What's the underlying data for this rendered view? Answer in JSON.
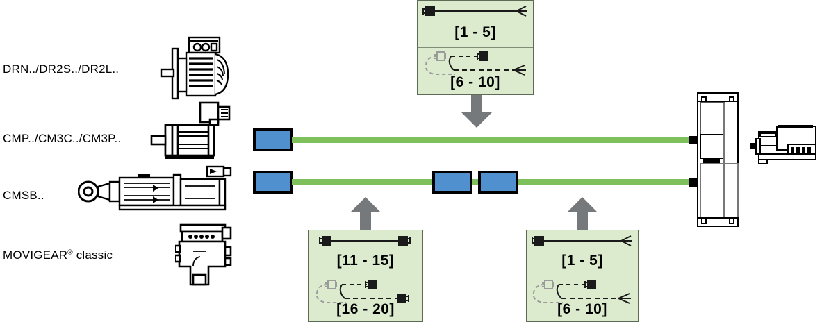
{
  "diagram": {
    "title": "SEW drive / cable assignment overview",
    "colors": {
      "cable_green": "#7dc05c",
      "connector_blue": "#5090ce",
      "infobox_green": "#dceace",
      "arrow_gray": "#76797b",
      "outline_black": "#000000"
    }
  },
  "devices": [
    {
      "id": "drn",
      "label": "DRN../DR2S../DR2L..",
      "icon": "ac-motor-icon"
    },
    {
      "id": "cmp",
      "label": "CMP../CM3C../CM3P..",
      "icon": "servo-motor-icon"
    },
    {
      "id": "cmsb",
      "label": "CMSB..",
      "icon": "linear-servo-actuator-icon"
    },
    {
      "id": "movigear",
      "label": "MOVIGEAR",
      "label_sup": "®",
      "label_tail": " classic",
      "icon": "movigear-icon"
    }
  ],
  "inverter": {
    "name": "inverter-cabinet",
    "secondary_name": "control-unit"
  },
  "cables": [
    {
      "id": "cable-upper",
      "connector_left": "plug-connector",
      "terminations": 1,
      "inline_connectors": 0
    },
    {
      "id": "cable-lower",
      "connector_left": "plug-connector",
      "terminations": 1,
      "inline_connectors": 2
    }
  ],
  "infoboxes": [
    {
      "id": "infobox-top",
      "position": "top-center",
      "arrow": "down",
      "rows": [
        {
          "symbol": "cable-plug-to-open-end",
          "range": "[1 - 5]"
        },
        {
          "symbol": "cable-plug-to-open-end-with-branch",
          "range": "[6 - 10]"
        }
      ]
    },
    {
      "id": "infobox-bottom-left",
      "position": "bottom-left",
      "arrow": "up",
      "rows": [
        {
          "symbol": "cable-plug-to-plug",
          "range": "[11 - 15]"
        },
        {
          "symbol": "cable-plug-to-plug-with-branch",
          "range": "[16 - 20]"
        }
      ]
    },
    {
      "id": "infobox-bottom-right",
      "position": "bottom-right",
      "arrow": "up",
      "rows": [
        {
          "symbol": "cable-plug-to-open-end",
          "range": "[1 - 5]"
        },
        {
          "symbol": "cable-plug-to-open-end-with-branch",
          "range": "[6 - 10]"
        }
      ]
    }
  ]
}
